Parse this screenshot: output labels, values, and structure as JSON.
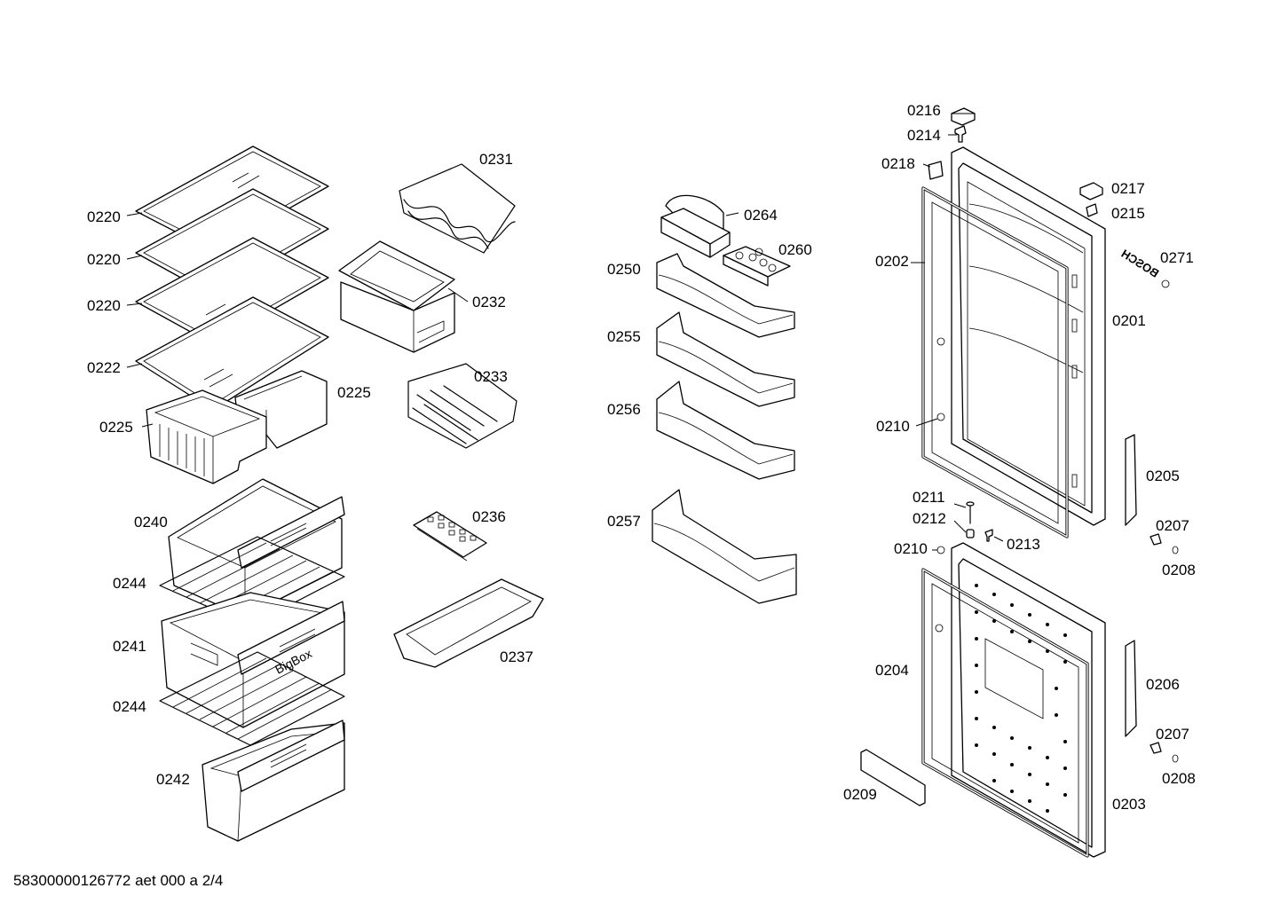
{
  "labels": {
    "l0220a": "0220",
    "l0220b": "0220",
    "l0220c": "0220",
    "l0222": "0222",
    "l0225a": "0225",
    "l0225b": "0225",
    "l0231": "0231",
    "l0232": "0232",
    "l0233": "0233",
    "l0236": "0236",
    "l0237": "0237",
    "l0240": "0240",
    "l0244a": "0244",
    "l0241": "0241",
    "l0244b": "0244",
    "l0242": "0242",
    "l0264": "0264",
    "l0260": "0260",
    "l0250": "0250",
    "l0255": "0255",
    "l0256": "0256",
    "l0257": "0257",
    "l0216": "0216",
    "l0214": "0214",
    "l0218": "0218",
    "l0217": "0217",
    "l0215": "0215",
    "l0271": "0271",
    "l0202": "0202",
    "l0201": "0201",
    "l0210a": "0210",
    "l0205": "0205",
    "l0211": "0211",
    "l0212": "0212",
    "l0213": "0213",
    "l0210b": "0210",
    "l0207a": "0207",
    "l0208a": "0208",
    "l0204": "0204",
    "l0206": "0206",
    "l0207b": "0207",
    "l0208b": "0208",
    "l0209": "0209",
    "l0203": "0203"
  },
  "part_markings": {
    "bigbox": "BigBox",
    "brand": "BOSCH"
  },
  "footer": {
    "doc_code": "58300000126772 aet 000 a 2/4"
  }
}
